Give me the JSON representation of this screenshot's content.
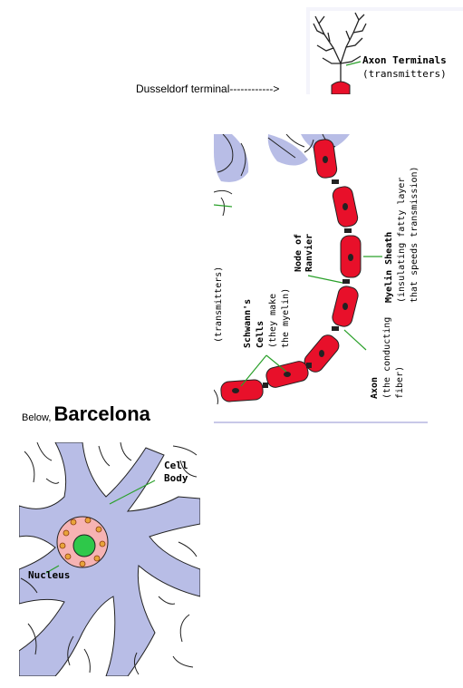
{
  "top": {
    "caption": "Dusseldorf  terminal------------>",
    "label_axon_terminals": "Axon Terminals",
    "label_transmitters": "(transmitters)"
  },
  "middle": {
    "node_line1": "Node of",
    "node_line2": "Ranvier",
    "myelin_line1": "Myelin Sheath",
    "myelin_line2": "(insulating fatty layer",
    "myelin_line3": "that speeds transmission)",
    "schwann_line1": "Schwann's",
    "schwann_line2": "Cells",
    "schwann_line3": "(they make",
    "schwann_line4": "the myelin)",
    "axon_line1": "Axon",
    "axon_line2": "(the conducting",
    "axon_line3": "fiber)",
    "transmitters_clipped": "(transmitters)"
  },
  "bottom": {
    "below_prefix": "Below,",
    "below_name": "Barcelona",
    "cell_line1": "Cell",
    "cell_line2": "Body",
    "nucleus": "Nucleus"
  },
  "colors": {
    "dendrite_fill": "#b8bde6",
    "myelin_red": "#e8102a",
    "leader_green": "#2aa02a",
    "nucleus_pink": "#f6b3b3",
    "nucleolus_green": "#2ec84a"
  }
}
